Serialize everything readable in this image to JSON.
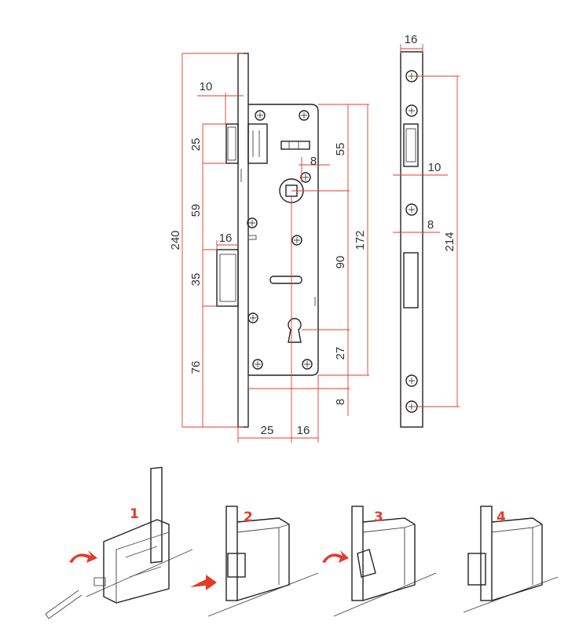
{
  "front_view": {
    "dims": {
      "d240": "240",
      "d10_top": "10",
      "d25_side": "25",
      "d59": "59",
      "d16_latch": "16",
      "d35": "35",
      "d76": "76",
      "d55": "55",
      "d8_spindle": "8",
      "d172": "172",
      "d90": "90",
      "d27": "27",
      "d8_bottom": "8",
      "d25_bottom": "25",
      "d16_bottom": "16"
    }
  },
  "side_view": {
    "dims": {
      "d16_top": "16",
      "d10": "10",
      "d8": "8",
      "d214": "214"
    }
  },
  "steps": {
    "s1": "1",
    "s2": "2",
    "s3": "3",
    "s4": "4"
  },
  "colors": {
    "dimension_line": "#e33b2b",
    "outline": "#222222",
    "step_number": "#e53b2c"
  }
}
